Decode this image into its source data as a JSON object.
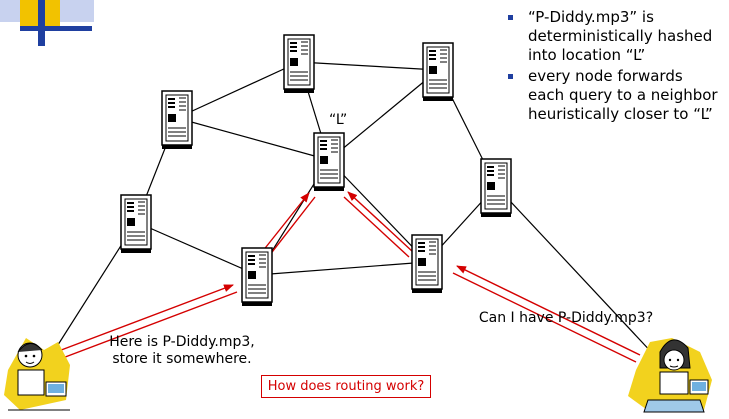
{
  "bullets": [
    {
      "text": "“P-Diddy.mp3” is deterministically hashed into location “L”"
    },
    {
      "text": "every node forwards each query to a neighbor heuristically closer to “L”"
    }
  ],
  "target_label": "“L”",
  "store_note": {
    "line1": "Here is P-Diddy.mp3,",
    "line2": "store it somewhere."
  },
  "query_note": "Can I have P-Diddy.mp3?",
  "question": "How does routing work?",
  "colors": {
    "arrow": "#d40000",
    "accent_blue": "#1f3fa0",
    "accent_yellow": "#f2c200"
  }
}
